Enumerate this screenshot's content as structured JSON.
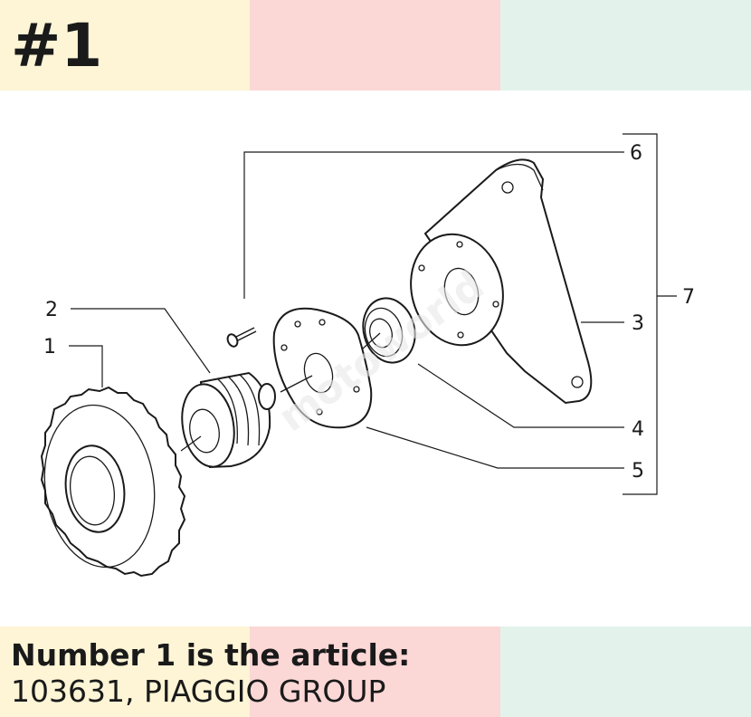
{
  "header": {
    "title": "#1"
  },
  "colors": {
    "band_yellow": "#fdf5d6",
    "band_pink": "#fbd7d6",
    "band_green": "#e3f3ec",
    "ink": "#1a1a1a"
  },
  "diagram": {
    "callouts": [
      {
        "id": "1",
        "label": "1"
      },
      {
        "id": "2",
        "label": "2"
      },
      {
        "id": "3",
        "label": "3"
      },
      {
        "id": "4",
        "label": "4"
      },
      {
        "id": "5",
        "label": "5"
      },
      {
        "id": "6",
        "label": "6"
      },
      {
        "id": "7",
        "label": "7"
      }
    ]
  },
  "caption": {
    "heading": "Number 1 is the article:",
    "article": "103631, PIAGGIO GROUP"
  }
}
